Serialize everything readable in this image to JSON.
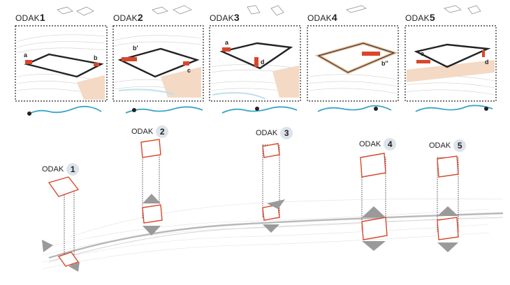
{
  "panels": [
    {
      "prefix": "ODAK",
      "number": "1",
      "markers": [
        "a",
        "b"
      ]
    },
    {
      "prefix": "ODAK",
      "number": "2",
      "markers": [
        "b'",
        "c"
      ]
    },
    {
      "prefix": "ODAK",
      "number": "3",
      "markers": [
        "a",
        "d"
      ]
    },
    {
      "prefix": "ODAK",
      "number": "4",
      "markers": [
        "b''"
      ]
    },
    {
      "prefix": "ODAK",
      "number": "5",
      "markers": [
        "e",
        "d"
      ]
    }
  ],
  "lower_labels": [
    {
      "prefix": "ODAK",
      "number": "1"
    },
    {
      "prefix": "ODAK",
      "number": "2"
    },
    {
      "prefix": "ODAK",
      "number": "3"
    },
    {
      "prefix": "ODAK",
      "number": "4"
    },
    {
      "prefix": "ODAK",
      "number": "5"
    }
  ],
  "colors": {
    "accent": "#d9472b",
    "frame": "#222222",
    "river": "#3aa6c8",
    "site_fill": "#f4d9c4",
    "contour": "#c8c8c8",
    "arrow": "#9a9a9a"
  }
}
